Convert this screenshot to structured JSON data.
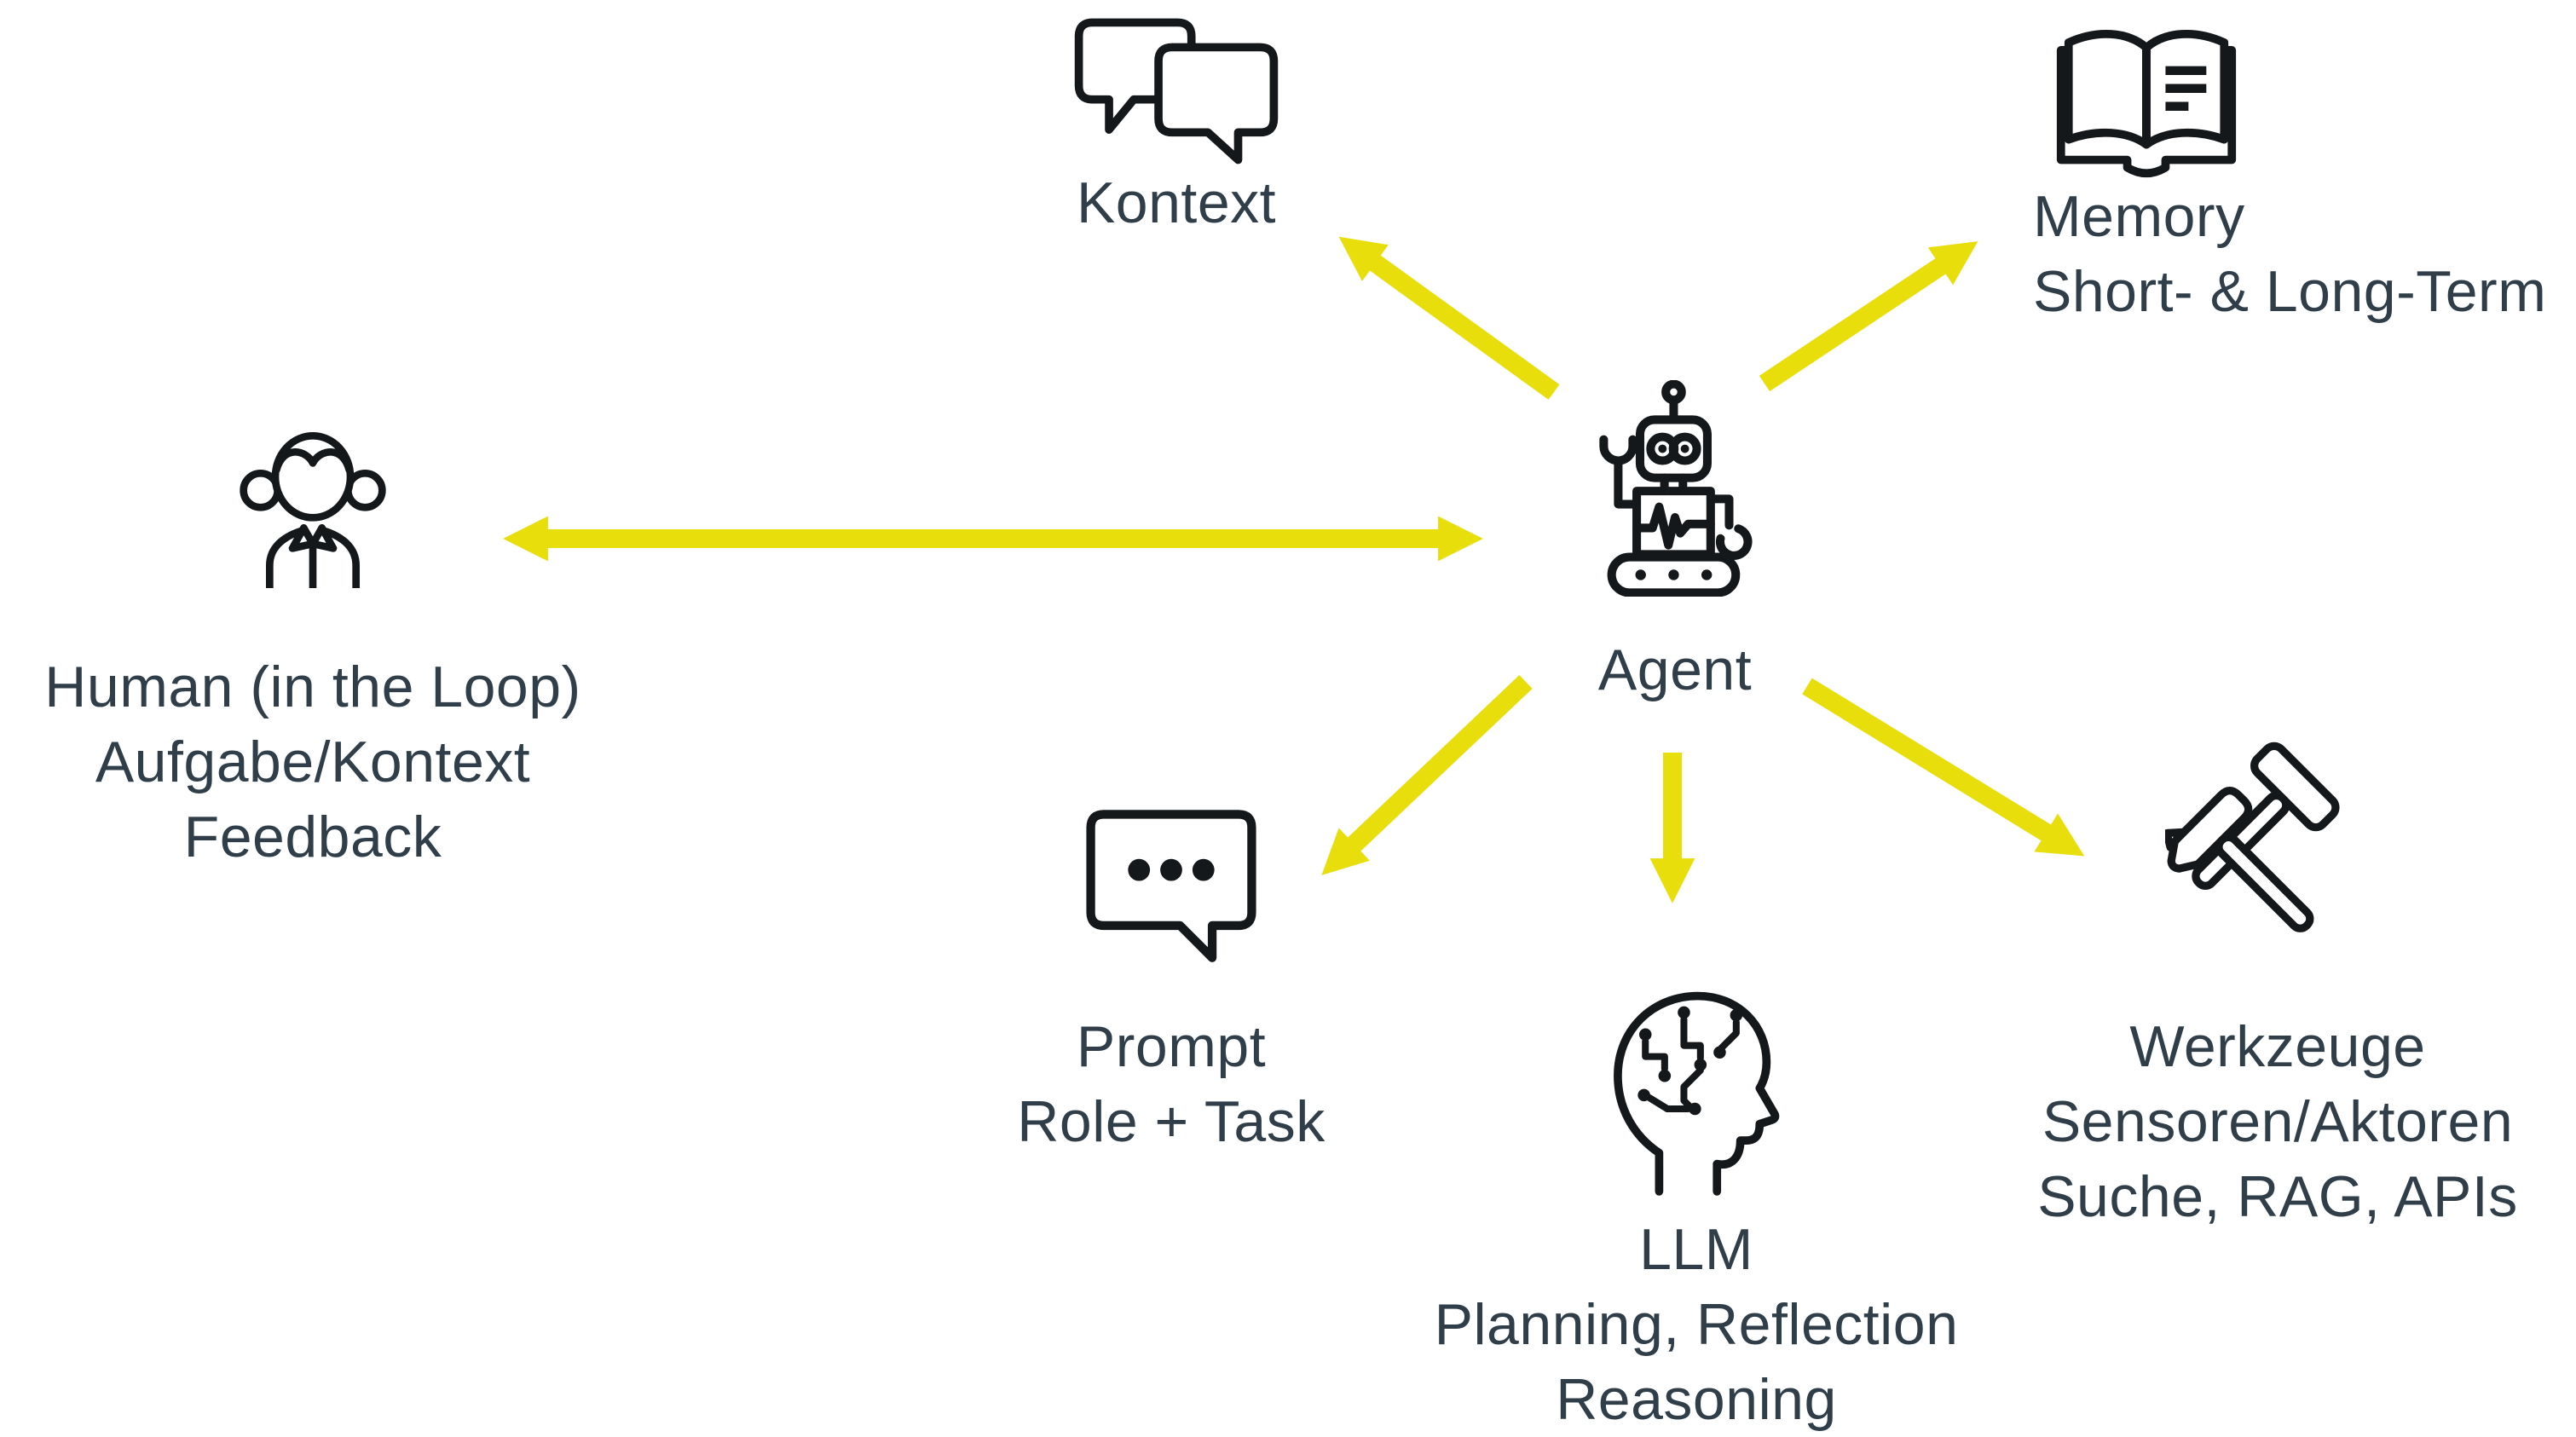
{
  "theme": {
    "accent": "#e8de0b",
    "text": "#2f3e49",
    "icon_stroke": "#15181b",
    "background": "#ffffff"
  },
  "nodes": {
    "agent": {
      "icon": "robot-icon",
      "lines": [
        "Agent"
      ]
    },
    "kontext": {
      "icon": "speech-bubbles-icon",
      "lines": [
        "Kontext"
      ]
    },
    "memory": {
      "icon": "open-book-icon",
      "lines": [
        "Memory",
        "Short- & Long-Term"
      ]
    },
    "human": {
      "icon": "person-pigtails-icon",
      "lines": [
        "Human (in the Loop)",
        "Aufgabe/Kontext",
        "Feedback"
      ]
    },
    "prompt": {
      "icon": "speech-bubble-dots-icon",
      "lines": [
        "Prompt",
        "Role + Task"
      ]
    },
    "llm": {
      "icon": "head-circuit-icon",
      "lines": [
        "LLM",
        "Planning, Reflection",
        "Reasoning"
      ]
    },
    "tools": {
      "icon": "crossed-hammers-icon",
      "lines": [
        "Werkzeuge",
        "Sensoren/Aktoren",
        "Suche, RAG, APIs"
      ]
    }
  },
  "edges": [
    {
      "name": "agent-to-kontext",
      "from": "agent",
      "to": "kontext",
      "heads": "end"
    },
    {
      "name": "agent-to-memory",
      "from": "agent",
      "to": "memory",
      "heads": "end"
    },
    {
      "name": "agent-human",
      "from": "agent",
      "to": "human",
      "heads": "both"
    },
    {
      "name": "agent-to-prompt",
      "from": "agent",
      "to": "prompt",
      "heads": "end"
    },
    {
      "name": "agent-to-llm",
      "from": "agent",
      "to": "llm",
      "heads": "end"
    },
    {
      "name": "agent-to-tools",
      "from": "agent",
      "to": "tools",
      "heads": "end"
    }
  ]
}
